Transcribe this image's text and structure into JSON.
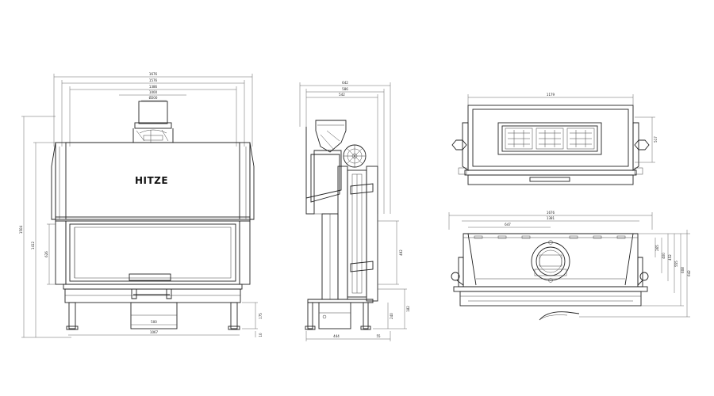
{
  "brand": "HITZE",
  "front_view": {
    "width_dims": [
      "1676",
      "1576",
      "1386",
      "1000"
    ],
    "flue_diameter": "Ø200",
    "height_dims": [
      "1504",
      "1412",
      "626"
    ],
    "bottom_dims": [
      "500",
      "1067"
    ],
    "leg_dims": [
      "175",
      "10"
    ]
  },
  "side_view": {
    "top_dims": [
      "642",
      "586",
      "542"
    ],
    "right_dims": [
      "492",
      "240",
      "182"
    ],
    "bottom_dims": [
      "444",
      "55"
    ]
  },
  "top_view": {
    "width_dim": "1179",
    "depth_dim": "517"
  },
  "plan_view": {
    "width_dims": [
      "1676",
      "1381"
    ],
    "left_dim": "647",
    "right_dims": [
      "265",
      "400",
      "452",
      "555",
      "608",
      "642"
    ]
  }
}
